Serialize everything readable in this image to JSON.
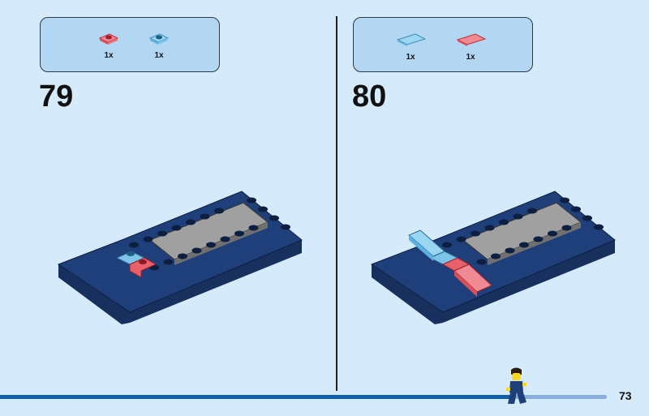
{
  "steps": [
    {
      "number": "79",
      "parts": [
        {
          "color": "trans-red",
          "qty": "1x"
        },
        {
          "color": "trans-light-blue",
          "qty": "1x"
        }
      ]
    },
    {
      "number": "80",
      "parts": [
        {
          "color": "trans-light-blue",
          "qty": "1x"
        },
        {
          "color": "trans-red",
          "qty": "1x"
        }
      ]
    }
  ],
  "page_number": "73",
  "progress": 0.84,
  "colors": {
    "background": "#d5eafa",
    "callout": "#b3d7f3",
    "plate": "#1f3f7a",
    "tile": "#a0a0a0",
    "trans_red": "#e8606a",
    "trans_blue": "#6cc3ea",
    "progress_fill": "#0f5fae",
    "progress_track": "#8aaede"
  }
}
